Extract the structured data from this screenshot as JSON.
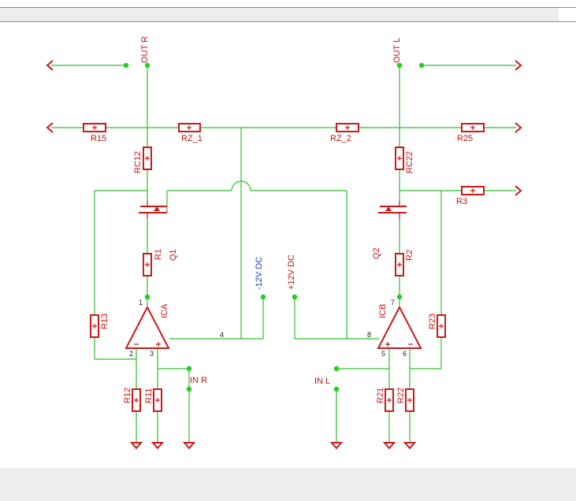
{
  "labels": {
    "out_r": "OUT R",
    "out_l": "OUT L",
    "r15": "R15",
    "rz1": "RZ_1",
    "rz2": "RZ_2",
    "r25": "R25",
    "rc12": "RC12",
    "rc22": "RC22",
    "r3": "R3",
    "r1": "R1",
    "q1": "Q1",
    "q2": "Q2",
    "r2": "R2",
    "neg12": "-12V DC",
    "pos12": "+12V DC",
    "ica": "ICA",
    "icb": "ICB",
    "r13": "R13",
    "r23": "R23",
    "r12": "R12",
    "r11": "R11",
    "r21": "R21",
    "r22": "R22",
    "in_r": "IN R",
    "in_l": "IN L"
  },
  "pins": {
    "ica_1": "1",
    "ica_2": "2",
    "ica_3": "3",
    "ica_4": "4",
    "icb_7": "7",
    "icb_5": "5",
    "icb_6": "6",
    "icb_8": "8"
  },
  "colors": {
    "wire": "#2fbf2f",
    "junction": "#1ed01e",
    "component": "#cc1818",
    "label": "#c41414",
    "supply_label": "#2a3ec8",
    "background": "#ffffff",
    "chrome": "#ededed"
  }
}
